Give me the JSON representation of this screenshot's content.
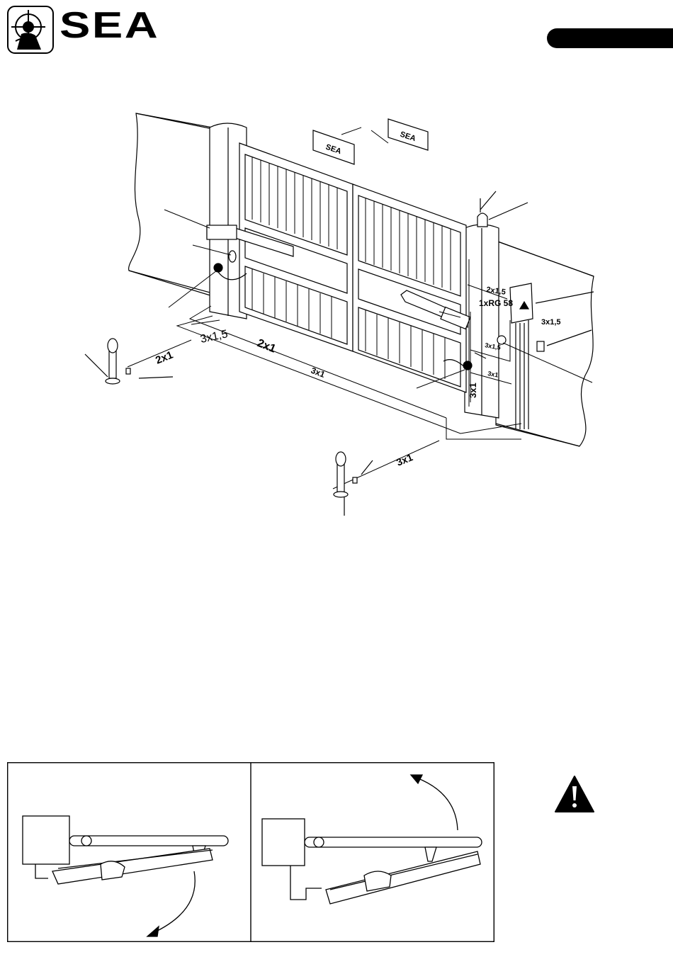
{
  "header": {
    "brand": "SEA"
  },
  "signs": {
    "left_sign_text": "SEA",
    "right_sign_text": "SEA"
  },
  "cables": {
    "left_photocell_cable": "2x1",
    "gate_front_cable": "3x1,5",
    "motor_cable_left": "2x1",
    "bottom_long_cable": "3x1",
    "right_photocell_cable": "3x1",
    "flashlight_cable": "2x1,5",
    "antenna_cable": "1xRG 58",
    "key_selector_cable": "3x1,5",
    "motor_cable_right": "3x1,5",
    "photocell_right_cable": "3x1",
    "vertical_cable": "3x1"
  },
  "icons": {
    "warning": "warning-triangle-icon",
    "logo": "sea-emblem-icon"
  },
  "colors": {
    "ink": "#000000",
    "paper": "#ffffff"
  }
}
